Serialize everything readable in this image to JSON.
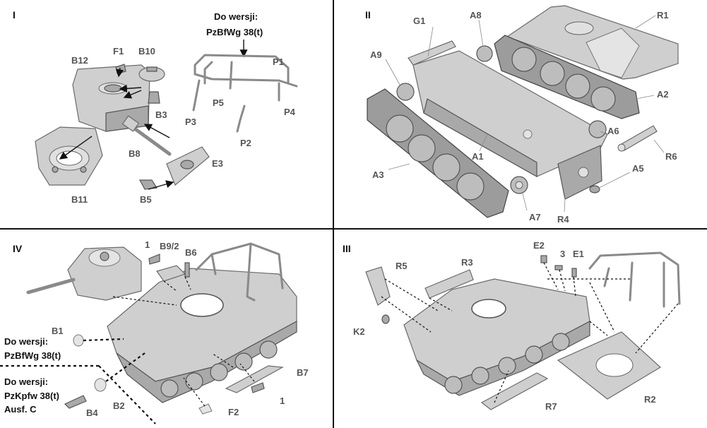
{
  "panels": {
    "I": {
      "numeral": "I",
      "version_note": [
        "Do wersji:",
        "PzBfWg 38(t)"
      ],
      "labels": [
        "B12",
        "F1",
        "B10",
        "B3",
        "B8",
        "B11",
        "E3",
        "B5",
        "P1",
        "P3",
        "P5",
        "P4",
        "P2"
      ]
    },
    "II": {
      "numeral": "II",
      "labels": [
        "G1",
        "A8",
        "R1",
        "A9",
        "A2",
        "A6",
        "R6",
        "A1",
        "A5",
        "A3",
        "A7",
        "R4"
      ]
    },
    "IV": {
      "numeral": "IV",
      "labels": [
        "1",
        "B9/2",
        "B6",
        "B1",
        "B7",
        "B2",
        "B4",
        "F2",
        "1"
      ],
      "version_note_1": [
        "Do wersji:",
        "PzBfWg 38(t)"
      ],
      "version_note_2": [
        "Do wersji:",
        "PzKpfw 38(t)",
        "Ausf. C"
      ]
    },
    "III": {
      "numeral": "III",
      "labels": [
        "E2",
        "3",
        "E1",
        "R5",
        "R3",
        "K2",
        "R7",
        "R2"
      ]
    }
  },
  "colors": {
    "part": "#cfcfcf",
    "part_dark": "#a9a9a9",
    "text": "#555555",
    "divider": "#111111"
  }
}
